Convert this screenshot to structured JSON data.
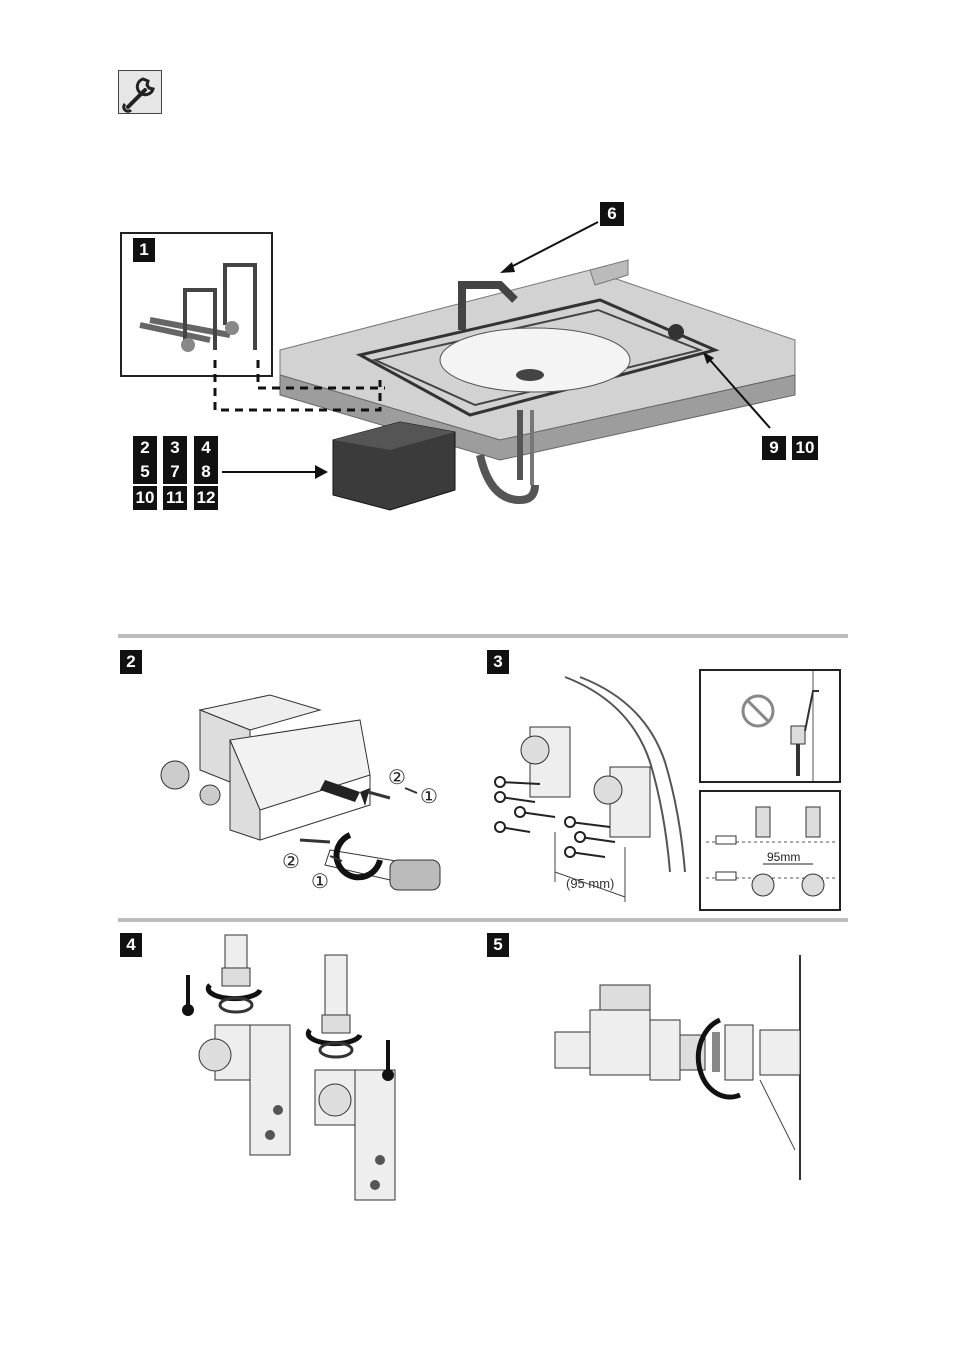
{
  "page": {
    "icon": "wrench-icon"
  },
  "overview": {
    "badges_left": [
      [
        "2",
        "3",
        "4"
      ],
      [
        "5",
        "7",
        "8"
      ],
      [
        "10",
        "11",
        "12"
      ]
    ],
    "badge_inset": "1",
    "badge_top": "6",
    "badge_right": [
      "9",
      "10"
    ]
  },
  "steps": {
    "step2": {
      "badge": "2",
      "marker_a": "②",
      "marker_b": "①"
    },
    "step3": {
      "badge": "3",
      "dimension_main": "(95 mm)",
      "dimension_detail": "95mm"
    },
    "step4": {
      "badge": "4"
    },
    "step5": {
      "badge": "5"
    }
  }
}
